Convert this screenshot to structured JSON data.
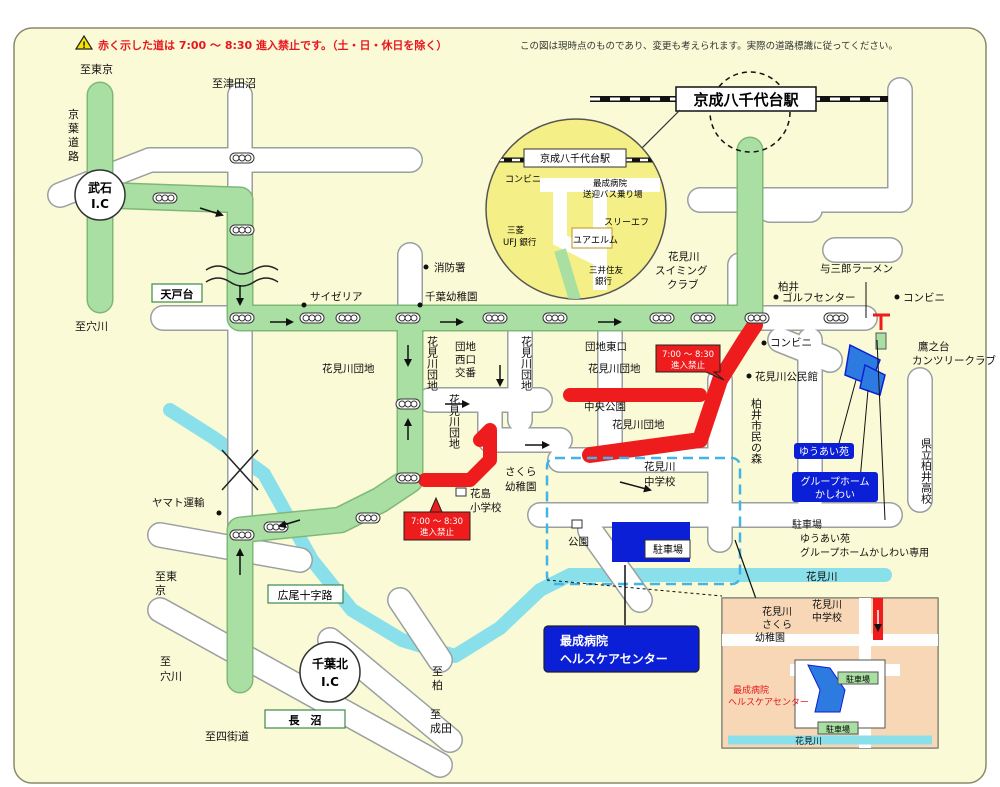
{
  "notice": {
    "warning": "赤く示した道は 7:00 〜 8:30 進入禁止です。（土・日・休日を除く）",
    "disclaimer": "この図は現時点のものであり、変更も考えられます。実際の道路標識に従ってください。"
  },
  "station": {
    "name": "京成八千代台駅",
    "inset_name": "京成八千代台駅"
  },
  "inset_station": {
    "convenience": "コンビニ",
    "bus_stop_1": "最成病院",
    "bus_stop_2": "送迎バス乗り場",
    "bank_1": "三菱",
    "bank_2": "UFJ 銀行",
    "eff": "スリーエフ",
    "aeon": "ユアエルム",
    "smbc_1": "三井住友",
    "smbc_2": "銀行"
  },
  "directions": {
    "to_higashikyo_nw": "至東京",
    "to_tsudanuma": "至津田沼",
    "to_anagawa_w": "至穴川",
    "to_higashikyo_sw_1": "至東",
    "to_higashikyo_sw_2": "京",
    "to_anagawa_s_1": "至",
    "to_anagawa_s_2": "穴川",
    "to_kashiwa_1": "至",
    "to_kashiwa_2": "柏",
    "to_narita_1": "至",
    "to_narita_2": "成田",
    "to_yotsukaido": "至四街道"
  },
  "roads": {
    "keiyo_1": "京",
    "keiyo_2": "葉",
    "keiyo_3": "道",
    "keiyo_4": "路"
  },
  "interchanges": {
    "takeishi_1": "武石",
    "takeishi_2": "I.C",
    "chibakita_1": "千葉北",
    "chibakita_2": "I.C"
  },
  "boxes": {
    "tendodai": "天戸台",
    "hiroo": "広尾十字路",
    "naganuma": "長　沼"
  },
  "places": {
    "fire_station": "消防署",
    "saizeriya": "サイゼリア",
    "chiba_kinder": "千葉幼稚園",
    "swim_1": "花見川",
    "swim_2": "スイミング",
    "swim_3": "クラブ",
    "golf_1": "柏井",
    "golf_2": "ゴルフセンター",
    "conv_top": "コンビニ",
    "ramen": "与三郎ラーメン",
    "country_1": "鷹之台",
    "country_2": "カンツリークラブ",
    "hanamigawa_danchi_w": "花見川団地",
    "danchi_nishi_1": "団地",
    "danchi_nishi_2": "西口",
    "danchi_nishi_3": "交番",
    "danchi_higashi": "団地東口",
    "hanamigawa_danchi_m": "花見川団地",
    "conv_mid": "コンビニ",
    "kominkan": "花見川公民館",
    "chuo_park": "中央公園",
    "hanamigawa_danchi_s": "花見川団地",
    "danchi_v1": "花見川団地",
    "danchi_v2": "花見川団地",
    "danchi_v3": "花見川団地",
    "forest_v": "柏井市民の森",
    "highschool_v": "県立柏井高校",
    "sakura_1": "さくら",
    "sakura_2": "幼稚園",
    "jh_1": "花見川",
    "jh_2": "中学校",
    "hanashima_1": "花島",
    "hanashima_2": "小学校",
    "park": "公園",
    "parking": "駐車場",
    "yamato": "ヤマト運輸",
    "river": "花見川"
  },
  "facilities": {
    "yuuai": "ゆうあい苑",
    "gh_1": "グループホーム",
    "gh_2": "かしわい",
    "parking_note_1": "駐車場",
    "parking_note_2": "ゆうあい苑",
    "parking_note_3": "グループホームかしわい専用"
  },
  "hospital": {
    "name_1": "最成病院",
    "name_2": "ヘルスケアセンター"
  },
  "restrictions": {
    "time": "7:00 〜 8:30",
    "label": "進入禁止"
  },
  "inset_hospital": {
    "jh_1": "花見川",
    "jh_2": "中学校",
    "sakura_1": "花見川",
    "sakura_2": "さくら",
    "sakura_3": "幼稚園",
    "parking_a": "駐車場",
    "parking_b": "駐車場",
    "hosp_1": "最成病院",
    "hosp_2": "ヘルスケアセンター",
    "river": "花見川"
  },
  "colors": {
    "background": "#fafad6",
    "route": "#a9dfa3",
    "road": "#ffffff",
    "restricted": "#ee1c1c",
    "river": "#8ae0ea",
    "hospital": "#0b1fd6",
    "inset_bg": "#f6c9a6"
  }
}
